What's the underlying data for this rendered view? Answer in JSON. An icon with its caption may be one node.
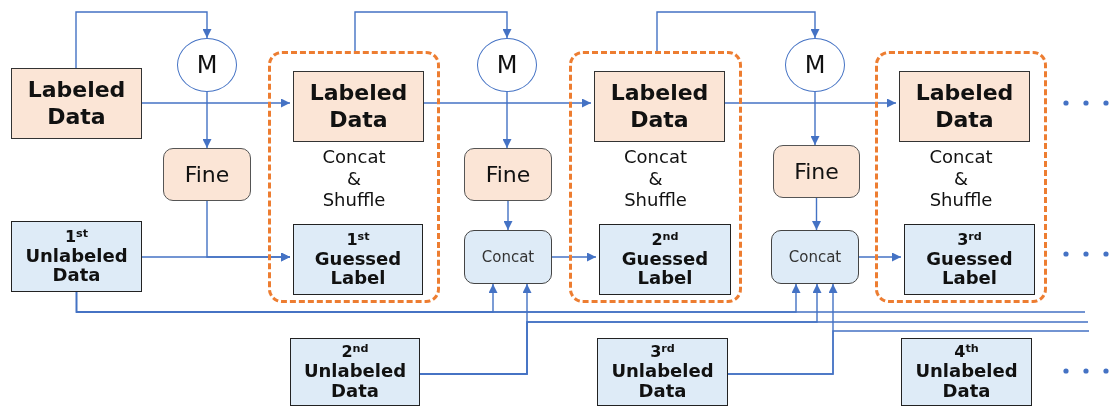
{
  "diagram": {
    "nodes": [
      {
        "text": [
          "Labeled Data"
        ]
      },
      {
        "text": [
          "M"
        ]
      },
      {
        "text": [
          "Fine"
        ]
      },
      {
        "text": [
          "1$^{st}$",
          "Unlabeled Data"
        ]
      },
      {
        "text": [
          "Concat & Shuffle"
        ]
      },
      {
        "text": [
          "Labeled Data"
        ],
        "in": 4
      },
      {
        "text": [
          "1$^{st}$",
          "Guessed Label"
        ],
        "in": 4
      },
      {
        "text": [
          "M"
        ]
      },
      {
        "text": [
          "Fine"
        ]
      },
      {
        "text": [
          "Concat"
        ]
      },
      {
        "text": [
          "Concat & Shuffle"
        ]
      },
      {
        "text": [
          "Labeled Data"
        ],
        "in": 10
      },
      {
        "text": [
          "2$^{nd}$",
          "Guessed Label"
        ],
        "in": 10
      },
      {
        "text": [
          "M"
        ]
      },
      {
        "text": [
          "Fine"
        ]
      },
      {
        "text": [
          "Concat"
        ]
      },
      {
        "text": [
          "Concat & Shuffle"
        ]
      },
      {
        "text": [
          "Labeled Data"
        ],
        "in": 16
      },
      {
        "text": [
          "3$^{rd}$",
          "Guessed Label"
        ],
        "in": 16
      },
      {
        "text": [
          "2$^{nd}$",
          "Unlabeled Data"
        ]
      },
      {
        "text": [
          "3$^{rd}$",
          "Unlabeled Data"
        ]
      },
      {
        "text": [
          "4$^{th}$",
          "Unlabeled Data"
        ]
      }
    ],
    "edges": [
      {
        "from": 0,
        "to": 1,
        "arrow": "to"
      },
      {
        "from": 0,
        "to": 5,
        "arrow": "to"
      },
      {
        "from": 1,
        "to": 2,
        "arrow": "to"
      },
      {
        "from": 3,
        "to": 6,
        "arrow": "to"
      },
      {
        "from": 2,
        "to": 6,
        "arrow": "to"
      },
      {
        "from": 4,
        "to": 7,
        "arrow": "to"
      },
      {
        "from": 5,
        "to": 11,
        "arrow": "to"
      },
      {
        "from": 7,
        "to": 8,
        "arrow": "to"
      },
      {
        "from": 8,
        "to": 9,
        "arrow": "to"
      },
      {
        "from": 9,
        "to": 12,
        "arrow": "to"
      },
      {
        "from": 3,
        "to": 9,
        "arrow": "to"
      },
      {
        "from": 3,
        "to": 15,
        "arrow": "to"
      },
      {
        "from": 19,
        "to": 9,
        "arrow": "to"
      },
      {
        "from": 19,
        "to": 15,
        "arrow": "to"
      },
      {
        "from": 10,
        "to": 13,
        "arrow": "to"
      },
      {
        "from": 11,
        "to": 17,
        "arrow": "to"
      },
      {
        "from": 13,
        "to": 14,
        "arrow": "to"
      },
      {
        "from": 14,
        "to": 15,
        "arrow": "to"
      },
      {
        "from": 15,
        "to": 18,
        "arrow": "to"
      },
      {
        "from": 20,
        "to": 15,
        "arrow": "to"
      },
      {
        "from": 3,
        "to": null,
        "arrow": "none"
      },
      {
        "from": 19,
        "to": null,
        "arrow": "none"
      },
      {
        "from": 20,
        "to": null,
        "arrow": "none"
      }
    ]
  }
}
